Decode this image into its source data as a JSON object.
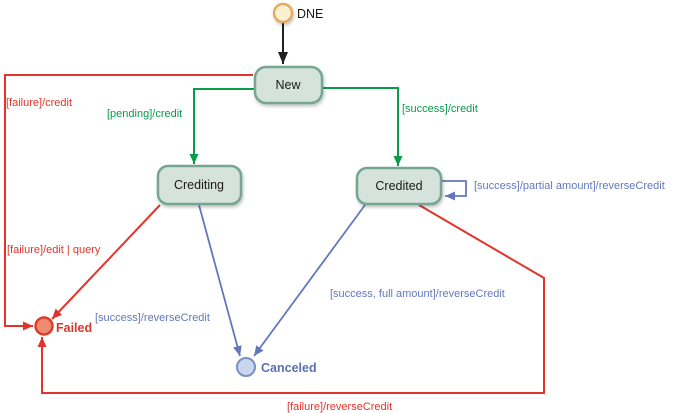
{
  "figure": {
    "type": "state-machine-diagram",
    "states": {
      "dne": {
        "label": "DNE",
        "role": "initial-state"
      },
      "new": {
        "label": "New"
      },
      "crediting": {
        "label": "Crediting"
      },
      "credited": {
        "label": "Credited"
      },
      "failed": {
        "label": "Failed"
      },
      "canceled": {
        "label": "Canceled"
      }
    },
    "transitions": {
      "start": {
        "from": "DNE",
        "to": "New",
        "label": ""
      },
      "new_crediting": {
        "from": "New",
        "to": "Crediting",
        "label": "[pending]/credit"
      },
      "new_credited": {
        "from": "New",
        "to": "Credited",
        "label": "[success]/credit"
      },
      "new_failed": {
        "from": "New",
        "to": "Failed",
        "label": "[failure]/credit"
      },
      "crediting_failed": {
        "from": "Crediting",
        "to": "Failed",
        "label": "[failure]/edit | query"
      },
      "crediting_canceled": {
        "from": "Crediting",
        "to": "Canceled",
        "label": "[success]/reverseCredit"
      },
      "credited_canceled": {
        "from": "Credited",
        "to": "Canceled",
        "label": "[success, full amount]/reverseCredit"
      },
      "credited_self": {
        "from": "Credited",
        "to": "Credited",
        "label": "[success]/partial amount]/reverseCredit"
      },
      "credited_failed": {
        "from": "Credited",
        "to": "Failed",
        "label": "[failure]/reverseCredit"
      }
    }
  },
  "colors": {
    "success_green": "#0a9b4b",
    "failure_red": "#e2342b",
    "reverse_blue": "#6278bd",
    "arrow_black": "#231f20",
    "state_fill": "#d5e3dc",
    "state_border": "#74a694",
    "initial_fill": "#faf1d3",
    "initial_border": "#e5a95f",
    "failed_fill": "#ec8a72",
    "failed_border": "#dd3a28",
    "canceled_fill": "#c9d6ee",
    "canceled_border": "#7a8fc6",
    "failed_text": "#d8372b",
    "canceled_text": "#5a70b5"
  }
}
